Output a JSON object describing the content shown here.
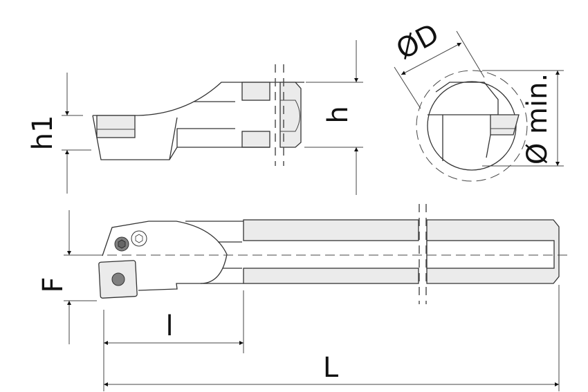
{
  "labels": {
    "h1": "h1",
    "h": "h",
    "diameter_D": "ØD",
    "diameter_min": "Ø min.",
    "F": "F",
    "l": "l",
    "L": "L"
  },
  "colors": {
    "line": "#333333",
    "fill": "#ebebeb",
    "screw": "#808080"
  }
}
